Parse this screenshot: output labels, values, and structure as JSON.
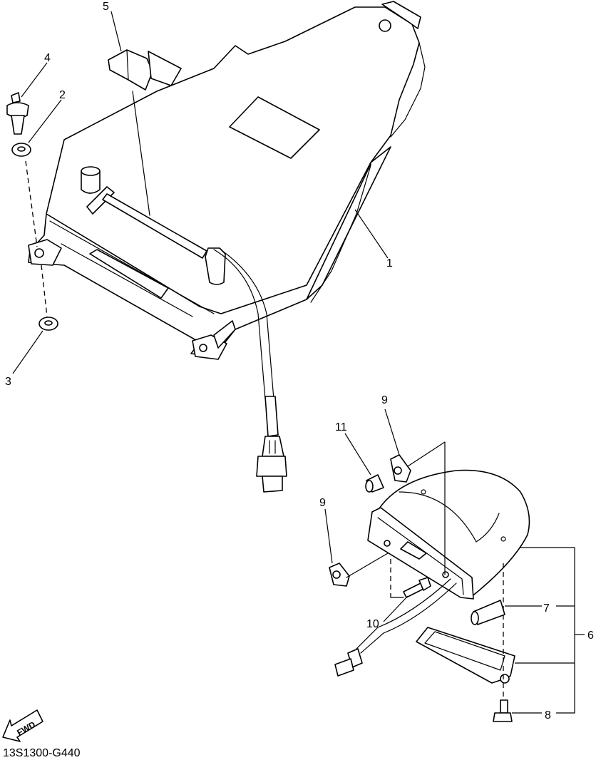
{
  "callouts": {
    "c1": "1",
    "c2": "2",
    "c3": "3",
    "c4": "4",
    "c5": "5",
    "c6": "6",
    "c7": "7",
    "c8": "8",
    "c9a": "9",
    "c9b": "9",
    "c10": "10",
    "c11": "11"
  },
  "direction_label": "FWD",
  "diagram_code": "13S1300-G440"
}
